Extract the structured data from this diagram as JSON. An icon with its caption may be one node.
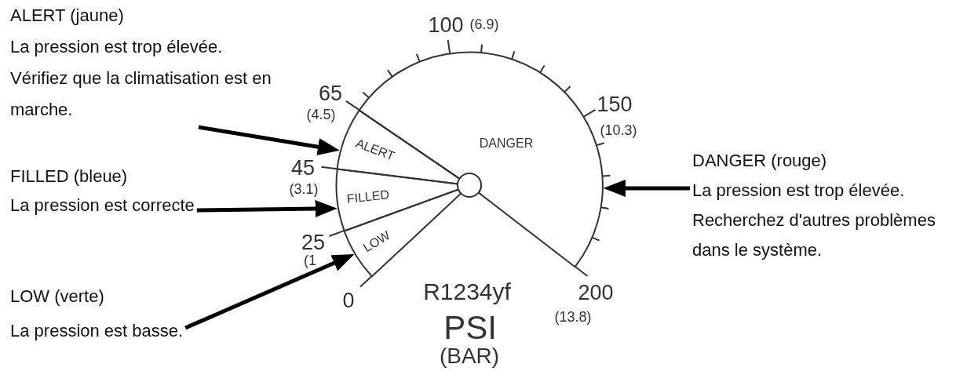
{
  "diagram": {
    "nodes": [
      {
        "text": [
          "ALERT (jaune)",
          "La pression est trop élevée.",
          "Vérifiez que la climatisation est en marche."
        ]
      },
      {
        "text": [
          "FILLED (bleue)",
          "La pression est correcte"
        ]
      },
      {
        "text": [
          "LOW (verte)",
          "La pression est basse."
        ]
      },
      {
        "text": [
          "DANGER"
        ]
      },
      {
        "text": [
          "ALERT"
        ]
      },
      {
        "text": [
          "FILLED"
        ]
      },
      {
        "text": [
          "LOW"
        ]
      },
      {
        "text": [
          "DANGER (rouge)",
          "La pression est trop élevée.",
          "Recherchez d'autres problèmes dans le système."
        ]
      }
    ],
    "edges": [
      {
        "from": 0,
        "to": 4,
        "arrow": "to"
      },
      {
        "from": 1,
        "to": 5,
        "arrow": "to"
      },
      {
        "from": 2,
        "to": 6,
        "arrow": "to"
      },
      {
        "from": 7,
        "to": 3,
        "arrow": "to"
      }
    ],
    "labels": [
      "100",
      "(6.9)",
      "65",
      "(4.5)",
      "150",
      "(10.3)",
      "45",
      "(3.1)",
      "25",
      "(1",
      "0",
      "R1234yf",
      "200",
      "(13.8)",
      "PSI",
      "(BAR)"
    ]
  }
}
